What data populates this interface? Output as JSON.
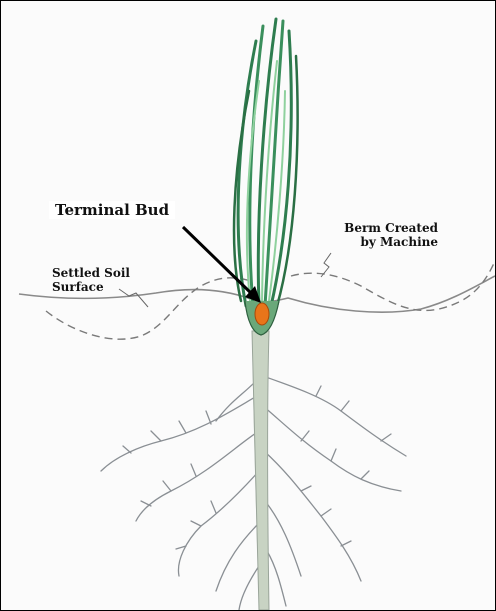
{
  "labels": {
    "terminal_bud": "Terminal Bud",
    "berm_line1": "Berm Created",
    "berm_line2": "by Machine",
    "soil_line1": "Settled Soil",
    "soil_line2": "Surface"
  },
  "colors": {
    "needle_dark": "#2e7d4f",
    "needle_light": "#8fd19e",
    "bud": "#e8751a",
    "stem": "#c8d3c3",
    "root": "#8a8f94",
    "soil_line": "#7a7a7a"
  }
}
